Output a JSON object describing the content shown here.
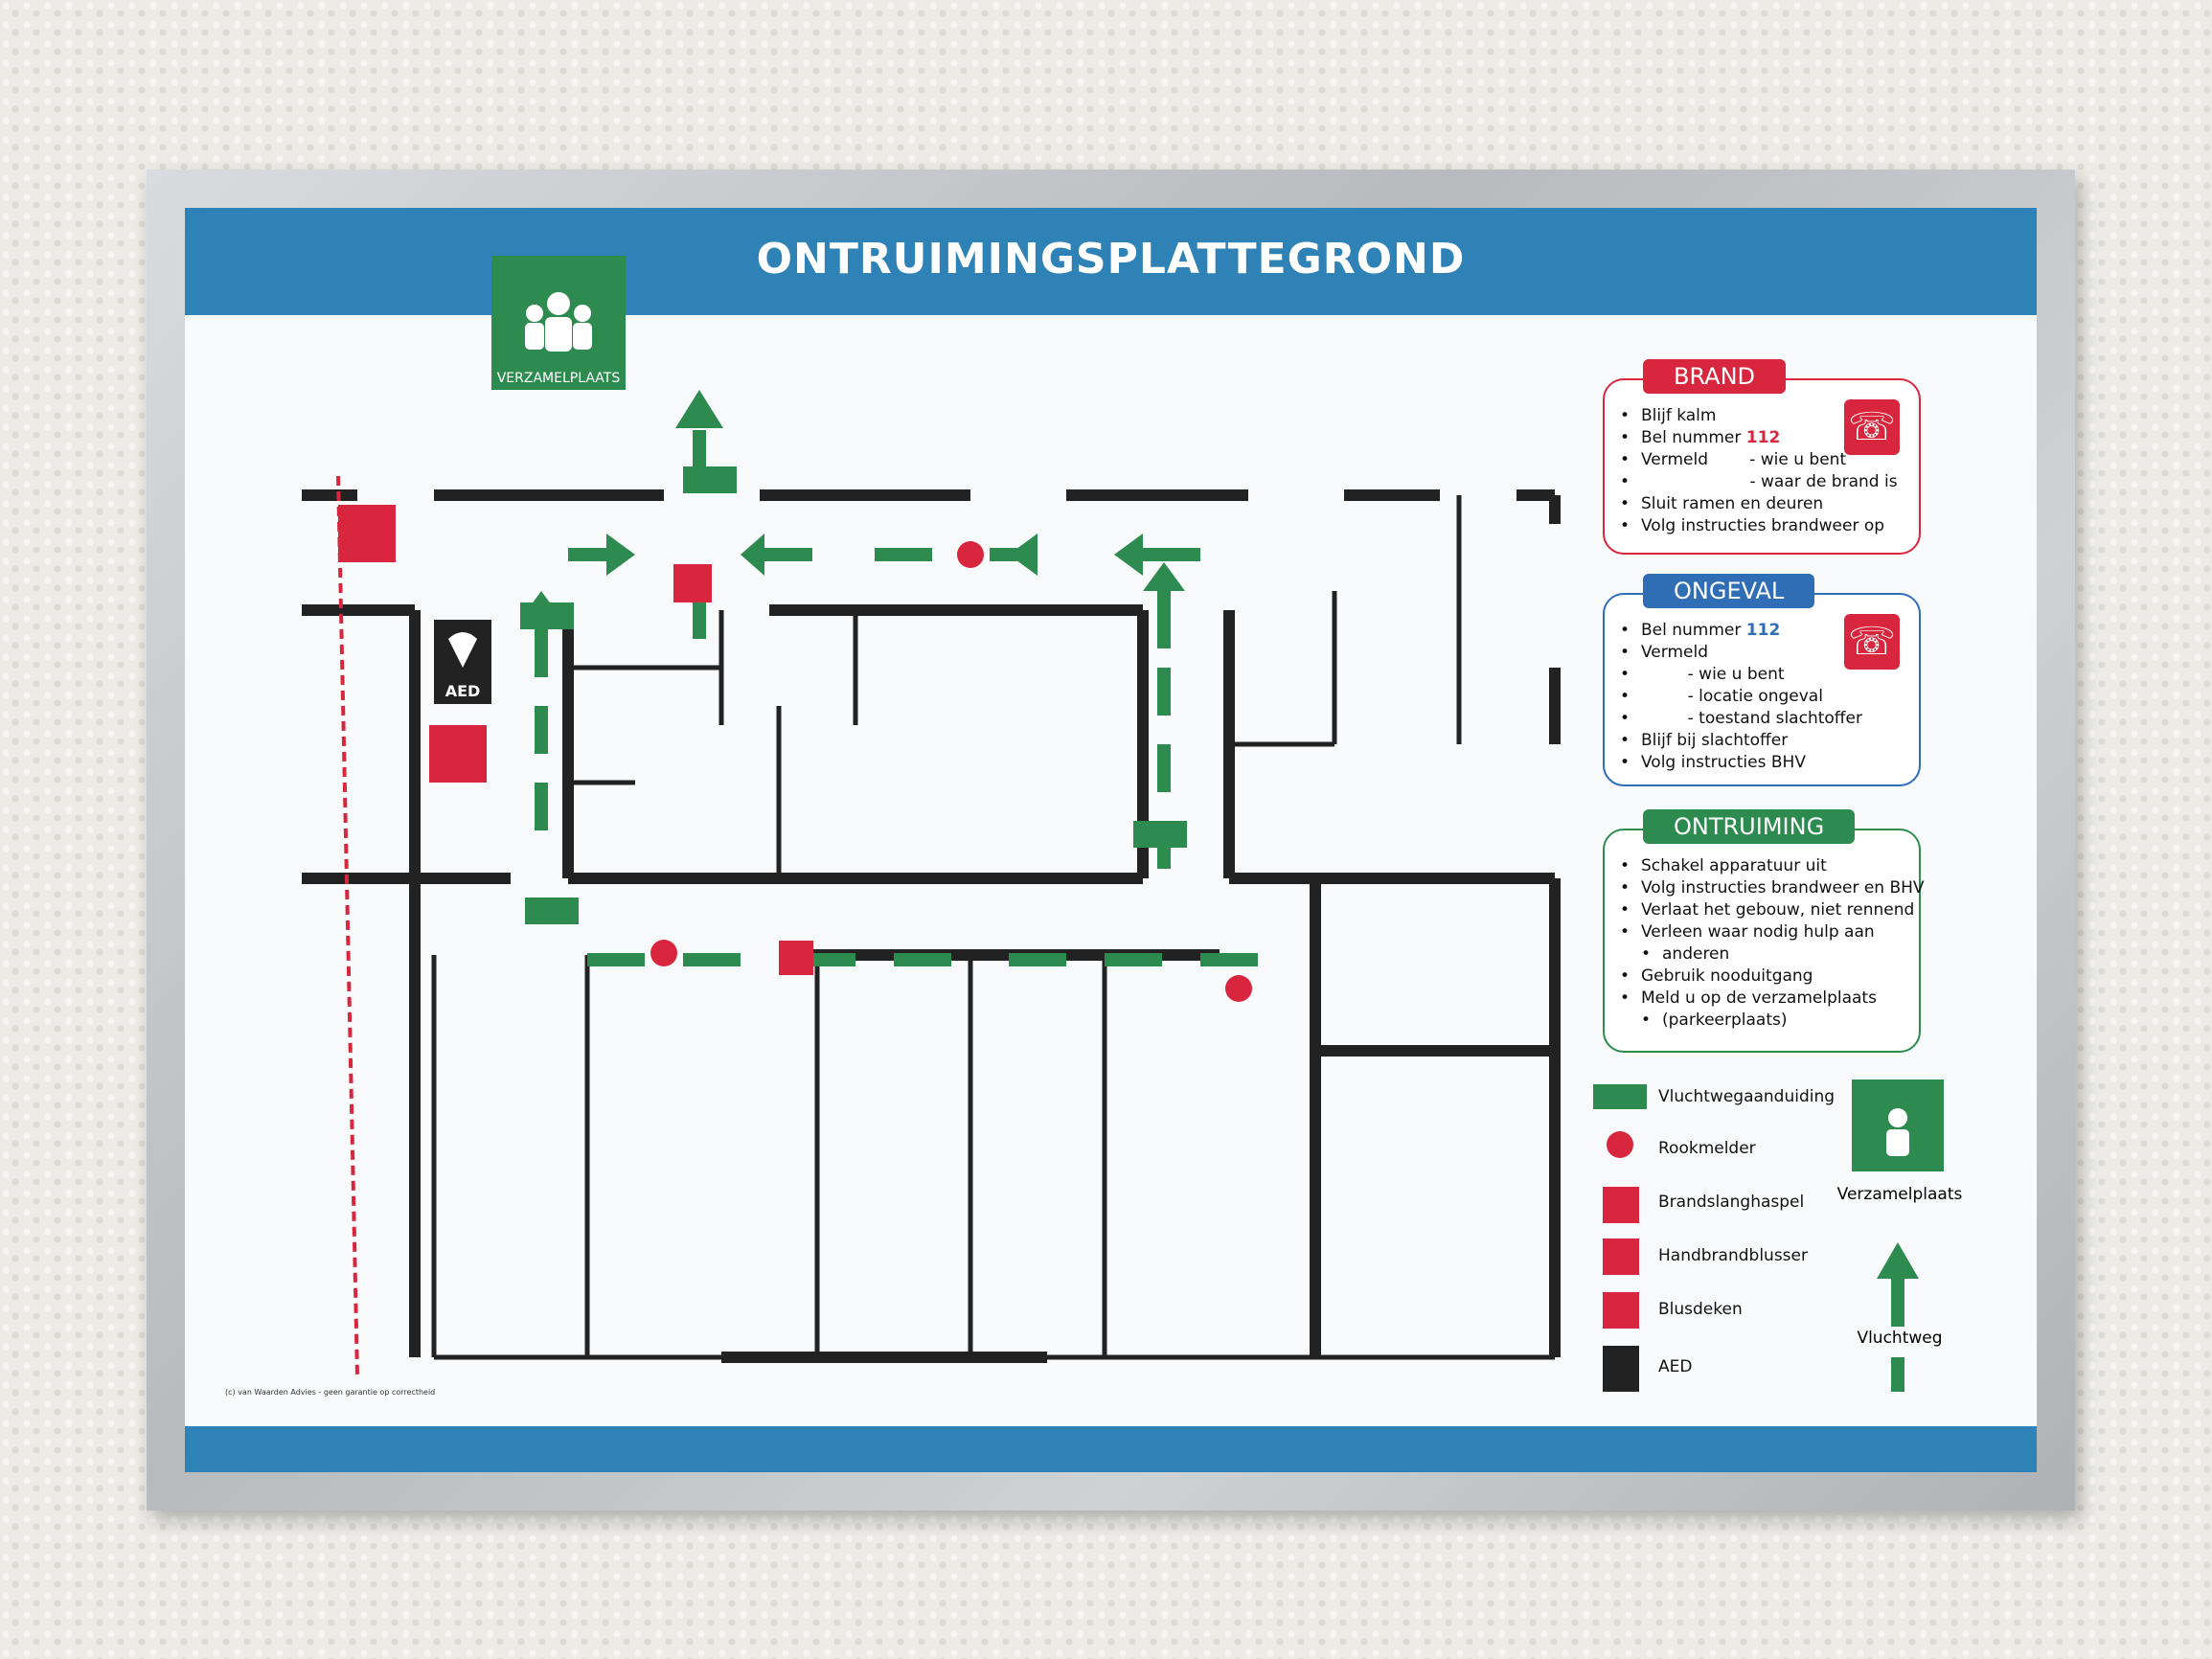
{
  "poster": {
    "title": "ONTRUIMINGSPLATTEGROND",
    "assembly_label": "VERZAMELPLAATS",
    "aed_label": "AED",
    "credit": "(c) van Waarden Advies - geen garantie op correctheid"
  },
  "panels": {
    "brand": {
      "heading": "BRAND",
      "color": "#d7263d",
      "items": [
        "Blijf kalm",
        "Bel nummer ",
        "Vermeld        - wie u bent",
        "                     - waar de brand is",
        "Sluit ramen en deuren",
        "Volg instructies brandweer op"
      ],
      "emergency_number": "112"
    },
    "ongeval": {
      "heading": "ONGEVAL",
      "color": "#2f6db5",
      "items": [
        "Bel nummer ",
        "Vermeld",
        "         - wie u bent",
        "         - locatie ongeval",
        "         - toestand slachtoffer",
        "Blijf bij slachtoffer",
        "Volg instructies BHV"
      ],
      "emergency_number": "112"
    },
    "ontruiming": {
      "heading": "ONTRUIMING",
      "color": "#2e8b4f",
      "items": [
        "Schakel apparatuur uit",
        "Volg instructies brandweer en BHV",
        "Verlaat het gebouw, niet rennend",
        "Verleen waar nodig hulp aan",
        "anderen",
        "Gebruik nooduitgang",
        "Meld u op de verzamelplaats",
        "(parkeerplaats)"
      ]
    }
  },
  "legend": {
    "items": [
      {
        "label": "Vluchtwegaanduiding",
        "icon": "exit-sign-icon"
      },
      {
        "label": "Rookmelder",
        "icon": "smoke-detector-icon"
      },
      {
        "label": "Brandslanghaspel",
        "icon": "fire-hose-icon"
      },
      {
        "label": "Handbrandblusser",
        "icon": "fire-extinguisher-icon"
      },
      {
        "label": "Blusdeken",
        "icon": "fire-blanket-icon"
      },
      {
        "label": "AED",
        "icon": "aed-icon"
      }
    ],
    "assembly_caption": "Verzamelplaats",
    "route_caption": "Vluchtweg"
  },
  "colors": {
    "blue": "#2f82b5",
    "green": "#2e8b4f",
    "red": "#d7263d"
  }
}
